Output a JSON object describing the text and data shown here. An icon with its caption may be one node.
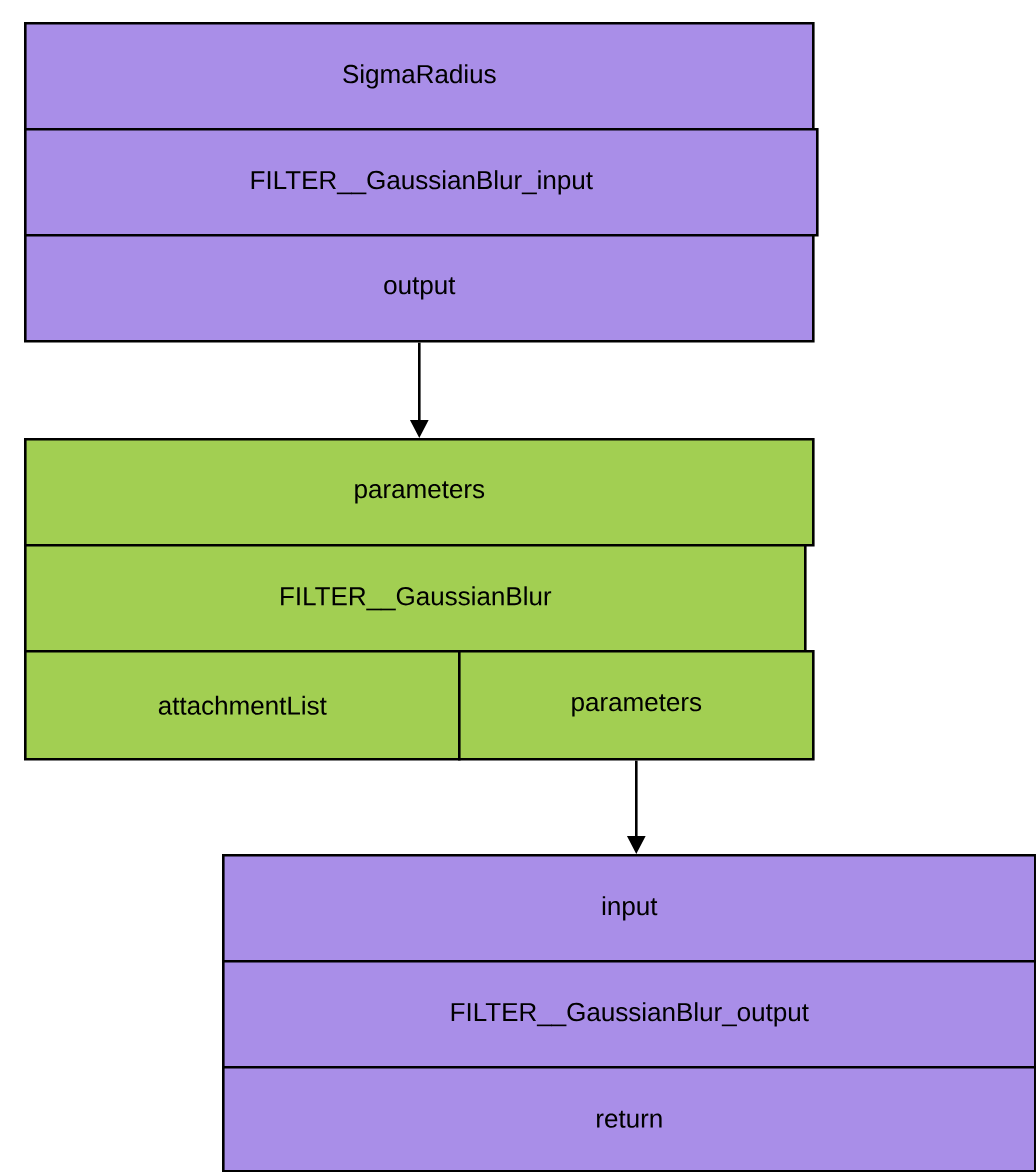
{
  "diagram": {
    "nodes": [
      {
        "text": [
          "SigmaRadius"
        ]
      },
      {
        "text": [
          "FILTER__GaussianBlur_input"
        ]
      },
      {
        "text": [
          "output"
        ]
      },
      {
        "text": [
          "parameters"
        ]
      },
      {
        "text": [
          "FILTER__GaussianBlur"
        ]
      },
      {
        "text": [
          "attachmentList"
        ]
      },
      {
        "text": [
          "parameters"
        ]
      },
      {
        "text": [
          "input"
        ]
      },
      {
        "text": [
          "FILTER__GaussianBlur_output"
        ]
      },
      {
        "text": [
          "return"
        ]
      }
    ],
    "edges": [
      {
        "from": 2,
        "to": 3,
        "arrow": "to"
      },
      {
        "from": 6,
        "to": 7,
        "arrow": "to"
      }
    ]
  }
}
